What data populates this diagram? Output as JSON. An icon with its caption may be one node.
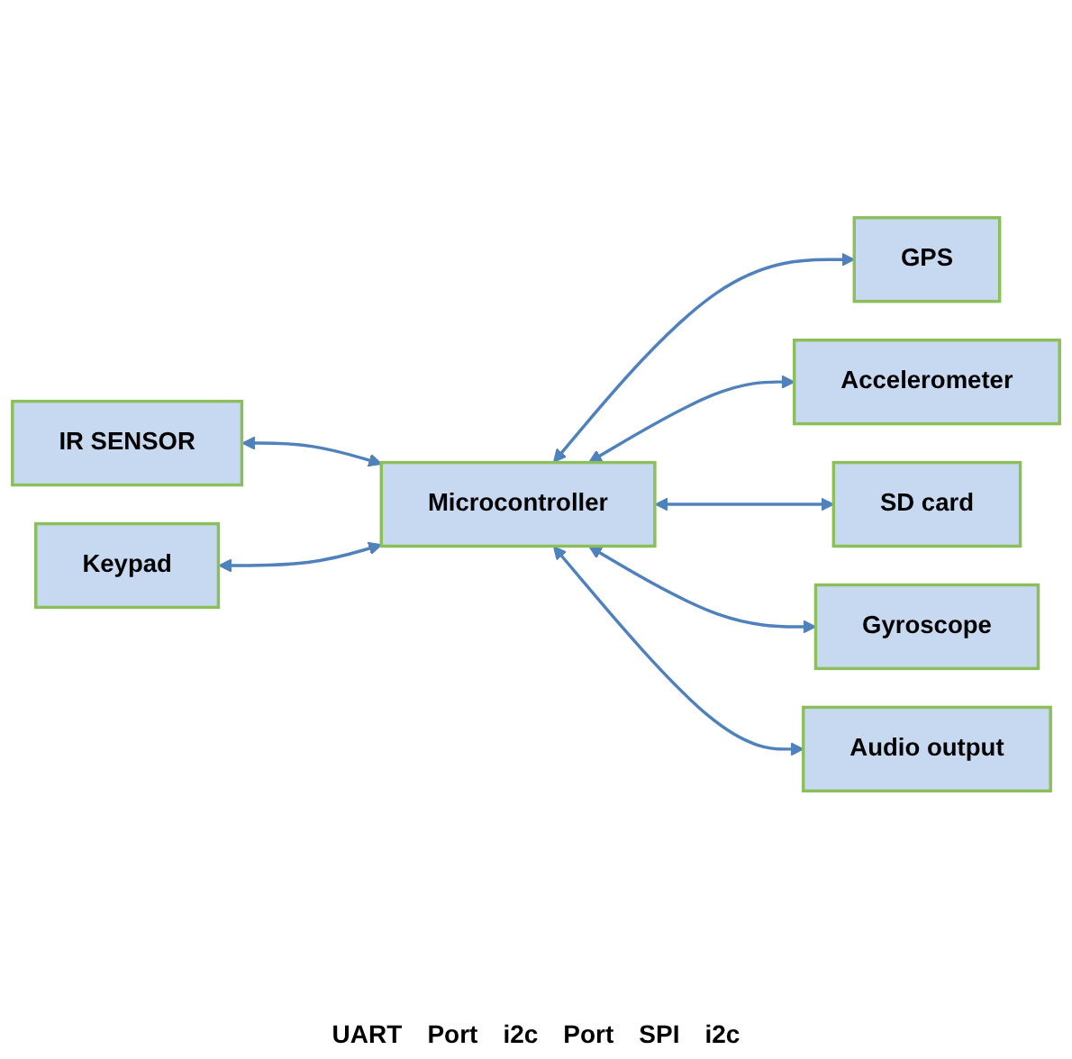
{
  "diagram": {
    "nodes": [
      {
        "text": [
          "IR SENSOR"
        ]
      },
      {
        "text": [
          "Keypad"
        ]
      },
      {
        "text": [
          "Microcontroller"
        ]
      },
      {
        "text": [
          "GPS"
        ]
      },
      {
        "text": [
          "Accelerometer"
        ]
      },
      {
        "text": [
          "SD card"
        ]
      },
      {
        "text": [
          "Gyroscope"
        ]
      },
      {
        "text": [
          "Audio output"
        ]
      }
    ],
    "edges": [
      {
        "from": 0,
        "to": 2,
        "arrow": "both"
      },
      {
        "from": 1,
        "to": 2,
        "arrow": "both"
      },
      {
        "from": 2,
        "to": 3,
        "arrow": "both"
      },
      {
        "from": 2,
        "to": 4,
        "arrow": "both"
      },
      {
        "from": 2,
        "to": 5,
        "arrow": "both"
      },
      {
        "from": 2,
        "to": 6,
        "arrow": "both"
      },
      {
        "from": 2,
        "to": 7,
        "arrow": "both"
      }
    ],
    "labels": [
      "UART",
      "Port",
      "i2c",
      "Port",
      "SPI",
      "i2c"
    ]
  }
}
